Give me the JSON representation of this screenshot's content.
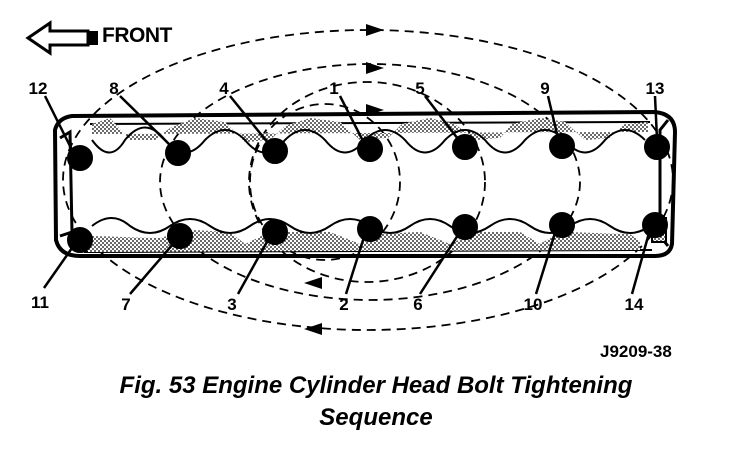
{
  "front_label": "FRONT",
  "figure_code": "J9209-38",
  "caption": {
    "line1": "Fig. 53 Engine Cylinder Head Bolt Tightening",
    "line2": "Sequence"
  },
  "bolts": {
    "top_row": [
      "12",
      "8",
      "4",
      "1",
      "5",
      "9",
      "13"
    ],
    "bottom_row": [
      "11",
      "7",
      "3",
      "2",
      "6",
      "10",
      "14"
    ]
  }
}
